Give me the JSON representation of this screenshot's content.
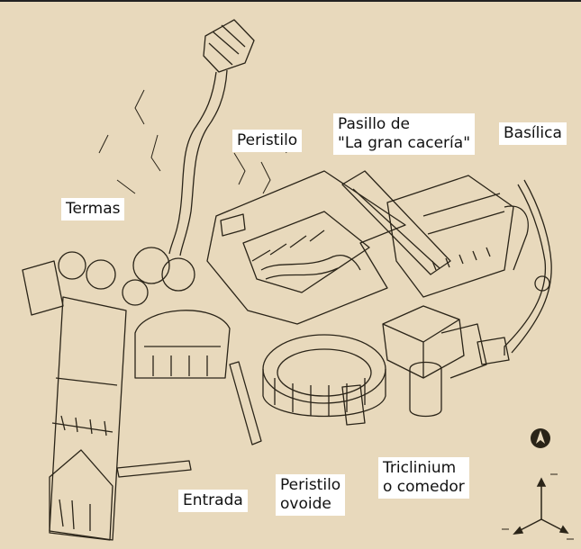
{
  "colors": {
    "background": "#e8d9bc",
    "ink": "#2a2418",
    "label_bg": "#ffffff"
  },
  "labels": {
    "peristilo": "Peristilo",
    "pasillo_line1": "Pasillo de",
    "pasillo_line2": "\"La gran cacería\"",
    "basilica": "Basílica",
    "termas": "Termas",
    "entrada": "Entrada",
    "peristilo_ovoide_line1": "Peristilo",
    "peristilo_ovoide_line2": "ovoide",
    "triclinium_line1": "Triclinium",
    "triclinium_line2": "o comedor"
  },
  "icons": [
    "compass-icon",
    "axis-tripod-icon"
  ]
}
